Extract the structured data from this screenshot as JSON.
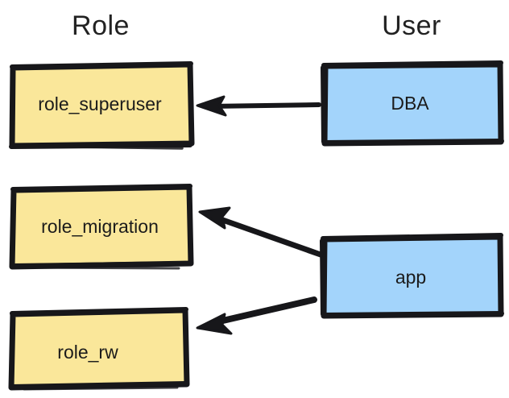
{
  "diagram": {
    "title_columns": {
      "role": "Role",
      "user": "User"
    },
    "colors": {
      "role_fill": "#fae79a",
      "user_fill": "#a3d4fb",
      "stroke": "#17171a",
      "background": "#ffffff",
      "text": "#1b1b1b"
    },
    "nodes": [
      {
        "id": "role_superuser",
        "label": "role_superuser",
        "type": "role",
        "fill": "#fae79a"
      },
      {
        "id": "role_migration",
        "label": "role_migration",
        "type": "role",
        "fill": "#fae79a"
      },
      {
        "id": "role_rw",
        "label": "role_rw",
        "type": "role",
        "fill": "#fae79a"
      },
      {
        "id": "dba",
        "label": "DBA",
        "type": "user",
        "fill": "#a3d4fb"
      },
      {
        "id": "app",
        "label": "app",
        "type": "user",
        "fill": "#a3d4fb"
      }
    ],
    "edges": [
      {
        "from": "dba",
        "to": "role_superuser",
        "arrowhead": "to",
        "style": "solid"
      },
      {
        "from": "app",
        "to": "role_migration",
        "arrowhead": "to",
        "style": "solid"
      },
      {
        "from": "app",
        "to": "role_rw",
        "arrowhead": "to",
        "style": "solid"
      }
    ]
  }
}
